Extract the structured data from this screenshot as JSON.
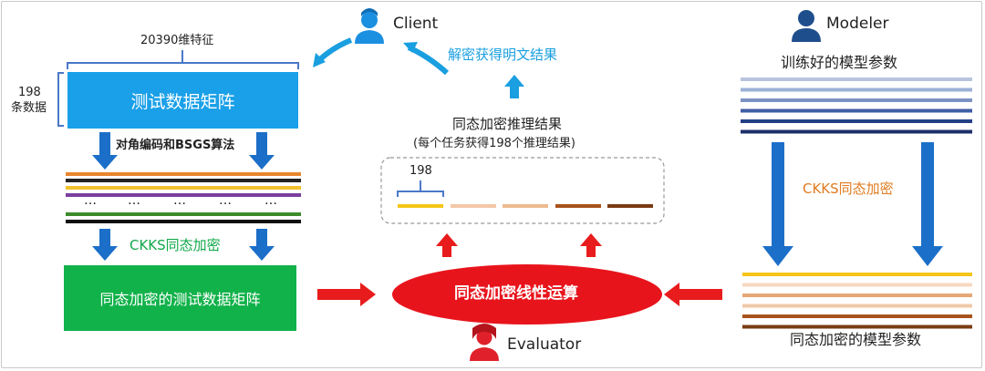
{
  "client": {
    "label": "Client",
    "icon": "user-icon",
    "color": "#1b8fe0"
  },
  "modeler": {
    "label": "Modeler",
    "icon": "user-icon",
    "color": "#1f4e8c"
  },
  "evaluator": {
    "label": "Evaluator",
    "icon": "user-icon",
    "color": "#e0202a"
  },
  "left": {
    "feature_count": "20390维特征",
    "row_count": [
      "198",
      "条数据"
    ],
    "matrix_label": "测试数据矩阵",
    "encode_label": "对角编码和BSGS算法",
    "encrypt_label": "CKKS同态加密",
    "encrypted_matrix_label": "同态加密的测试数据矩阵",
    "ellipsis": "…",
    "stripe_colors": [
      "#e8862d",
      "#222222",
      "#f2c12e",
      "#7a3fa0",
      "#3c8c2c",
      "#111111"
    ]
  },
  "center": {
    "decrypt_label": "解密获得明文结果",
    "result_title": "同态加密推理结果",
    "result_subtitle": "(每个任务获得198个推理结果)",
    "result_count": "198",
    "op_label": "同态加密线性运算",
    "result_colors": [
      "#f5c518",
      "#f3c8a8",
      "#ecb98f",
      "#a8531c",
      "#7a3b12"
    ]
  },
  "right": {
    "trained_label": "训练好的模型参数",
    "encrypt_label": "CKKS同态加密",
    "encrypted_params_label": "同态加密的模型参数",
    "param_colors": [
      "#b8c4de",
      "#9db1d6",
      "#7d93c4",
      "#3f5ea4",
      "#223f86",
      "#1c2f6a"
    ],
    "enc_colors": [
      "#f5c518",
      "#f7d9c0",
      "#e6a777",
      "#f0c9a8",
      "#a8531c",
      "#7a3b12"
    ]
  },
  "colors": {
    "blue_box": "#1aa0e8",
    "green_box": "#12b24a",
    "arrow_blue": "#1c6fc8",
    "arrow_red": "#e81c1c",
    "teal_text": "#1a9fe0",
    "green_text": "#12a84a",
    "orange_text": "#e07b1f"
  }
}
